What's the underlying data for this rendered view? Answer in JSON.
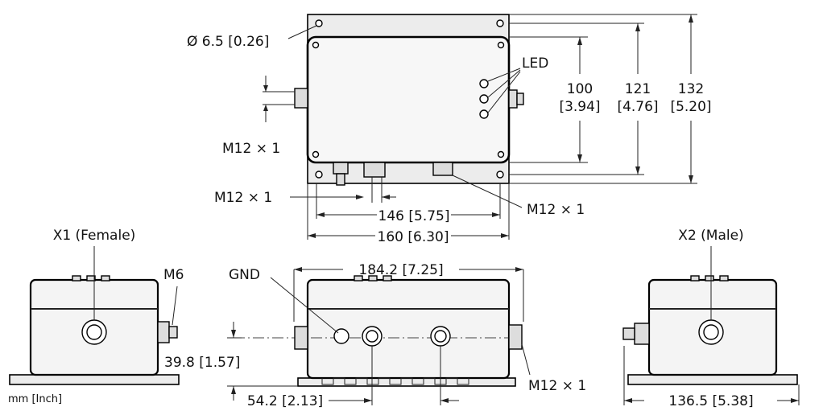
{
  "labels": {
    "hole_dia": "Ø 6.5 [0.26]",
    "led": "LED",
    "dim_100": "100",
    "dim_100_in": "[3.94]",
    "dim_121": "121",
    "dim_121_in": "[4.76]",
    "dim_132": "132",
    "dim_132_in": "[5.20]",
    "m12_left": "M12 × 1",
    "m12_bottom_left": "M12 × 1",
    "m12_bottom_right": "M12 × 1",
    "dim_146": "146 [5.75]",
    "dim_160": "160 [6.30]",
    "x1": "X1 (Female)",
    "m6": "M6",
    "gnd": "GND",
    "dim_184": "184.2 [7.25]",
    "x2": "X2 (Male)",
    "dim_39": "39.8 [1.57]",
    "m12_front": "M12 × 1",
    "dim_54": "54.2 [2.13]",
    "dim_136": "136.5 [5.38]",
    "units": "mm [Inch]"
  }
}
